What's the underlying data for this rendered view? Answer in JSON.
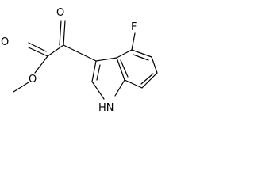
{
  "molecule": {
    "atoms": {
      "F": "F",
      "O_ketone": "O",
      "O_carbonyl": "O",
      "O_ester": "O",
      "NH": "NH",
      "H_of_NH": "H",
      "N_of_NH": "N"
    },
    "bond_color": "#000000",
    "background": "#ffffff"
  }
}
